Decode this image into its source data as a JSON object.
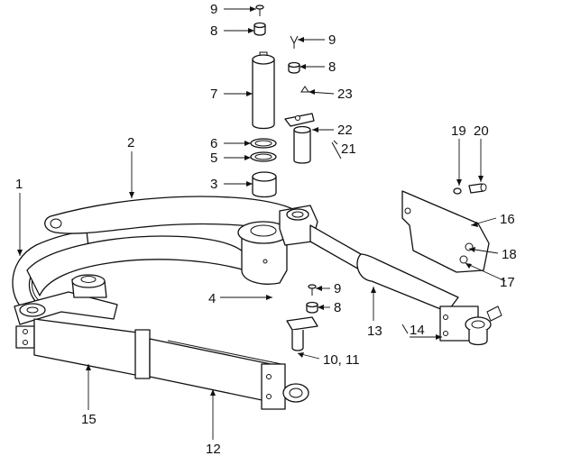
{
  "diagram": {
    "type": "exploded-parts-view",
    "line_color": "#111111",
    "background": "#ffffff",
    "callouts": [
      {
        "id": "c9a",
        "label": "9"
      },
      {
        "id": "c8a",
        "label": "8"
      },
      {
        "id": "c9b",
        "label": "9"
      },
      {
        "id": "c8b",
        "label": "8"
      },
      {
        "id": "c7",
        "label": "7"
      },
      {
        "id": "c23",
        "label": "23"
      },
      {
        "id": "c22",
        "label": "22"
      },
      {
        "id": "c6",
        "label": "6"
      },
      {
        "id": "c21",
        "label": "21"
      },
      {
        "id": "c2",
        "label": "2"
      },
      {
        "id": "c5",
        "label": "5"
      },
      {
        "id": "c19",
        "label": "19"
      },
      {
        "id": "c20",
        "label": "20"
      },
      {
        "id": "c1",
        "label": "1"
      },
      {
        "id": "c3",
        "label": "3"
      },
      {
        "id": "c16",
        "label": "16"
      },
      {
        "id": "c18",
        "label": "18"
      },
      {
        "id": "c17",
        "label": "17"
      },
      {
        "id": "c4",
        "label": "4"
      },
      {
        "id": "c9c",
        "label": "9"
      },
      {
        "id": "c8c",
        "label": "8"
      },
      {
        "id": "c13",
        "label": "13"
      },
      {
        "id": "c14",
        "label": "14"
      },
      {
        "id": "c10",
        "label": "10, 11"
      },
      {
        "id": "c15",
        "label": "15"
      },
      {
        "id": "c12",
        "label": "12"
      }
    ]
  }
}
